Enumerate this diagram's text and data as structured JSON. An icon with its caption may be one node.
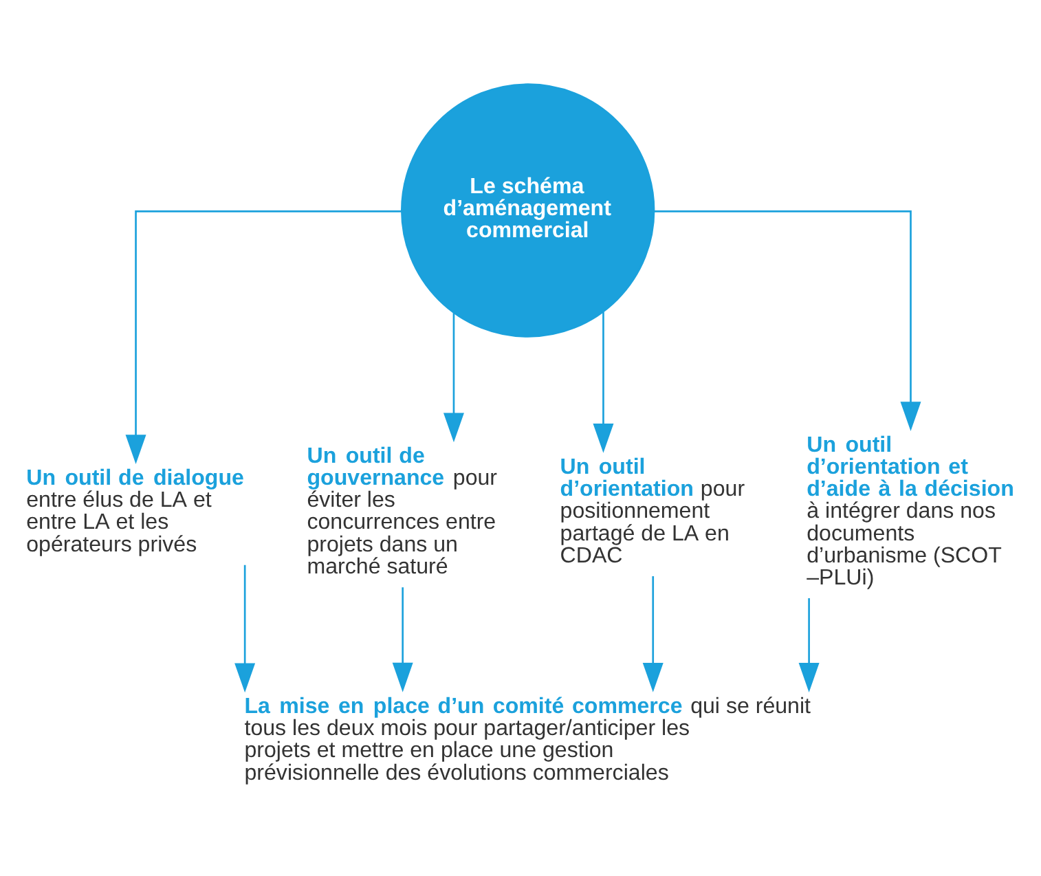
{
  "diagram": {
    "nodes": [
      {
        "text": [
          "Le schéma d’aménagement commercial"
        ]
      },
      {
        "text": [
          "**Un outil de dialogue** entre élus de LA et entre LA et les opérateurs privés"
        ]
      },
      {
        "text": [
          "**Un outil de gouvernance** pour éviter les concurrences entre projets dans un marché saturé"
        ]
      },
      {
        "text": [
          "**Un outil d’orientation** pour positionnement partagé de LA en CDAC"
        ]
      },
      {
        "text": [
          "**Un outil d’orientation et d’aide à la décision** à intégrer dans nos documents d’urbanisme (SCOT –PLUi)"
        ]
      },
      {
        "text": [
          "**La mise en place d’un comité commerce** qui se réunit tous les deux mois pour partager/anticiper les projets et mettre en place une gestion prévisionnelle des évolutions commerciales"
        ]
      }
    ],
    "edges": [
      {
        "from": 0,
        "to": 1,
        "arrow": "to"
      },
      {
        "from": 0,
        "to": 2,
        "arrow": "to"
      },
      {
        "from": 0,
        "to": 3,
        "arrow": "to"
      },
      {
        "from": 0,
        "to": 4,
        "arrow": "to"
      },
      {
        "from": 1,
        "to": 5,
        "arrow": "to"
      },
      {
        "from": 2,
        "to": 5,
        "arrow": "to"
      },
      {
        "from": 3,
        "to": 5,
        "arrow": "to"
      },
      {
        "from": 4,
        "to": 5,
        "arrow": "to"
      }
    ]
  }
}
